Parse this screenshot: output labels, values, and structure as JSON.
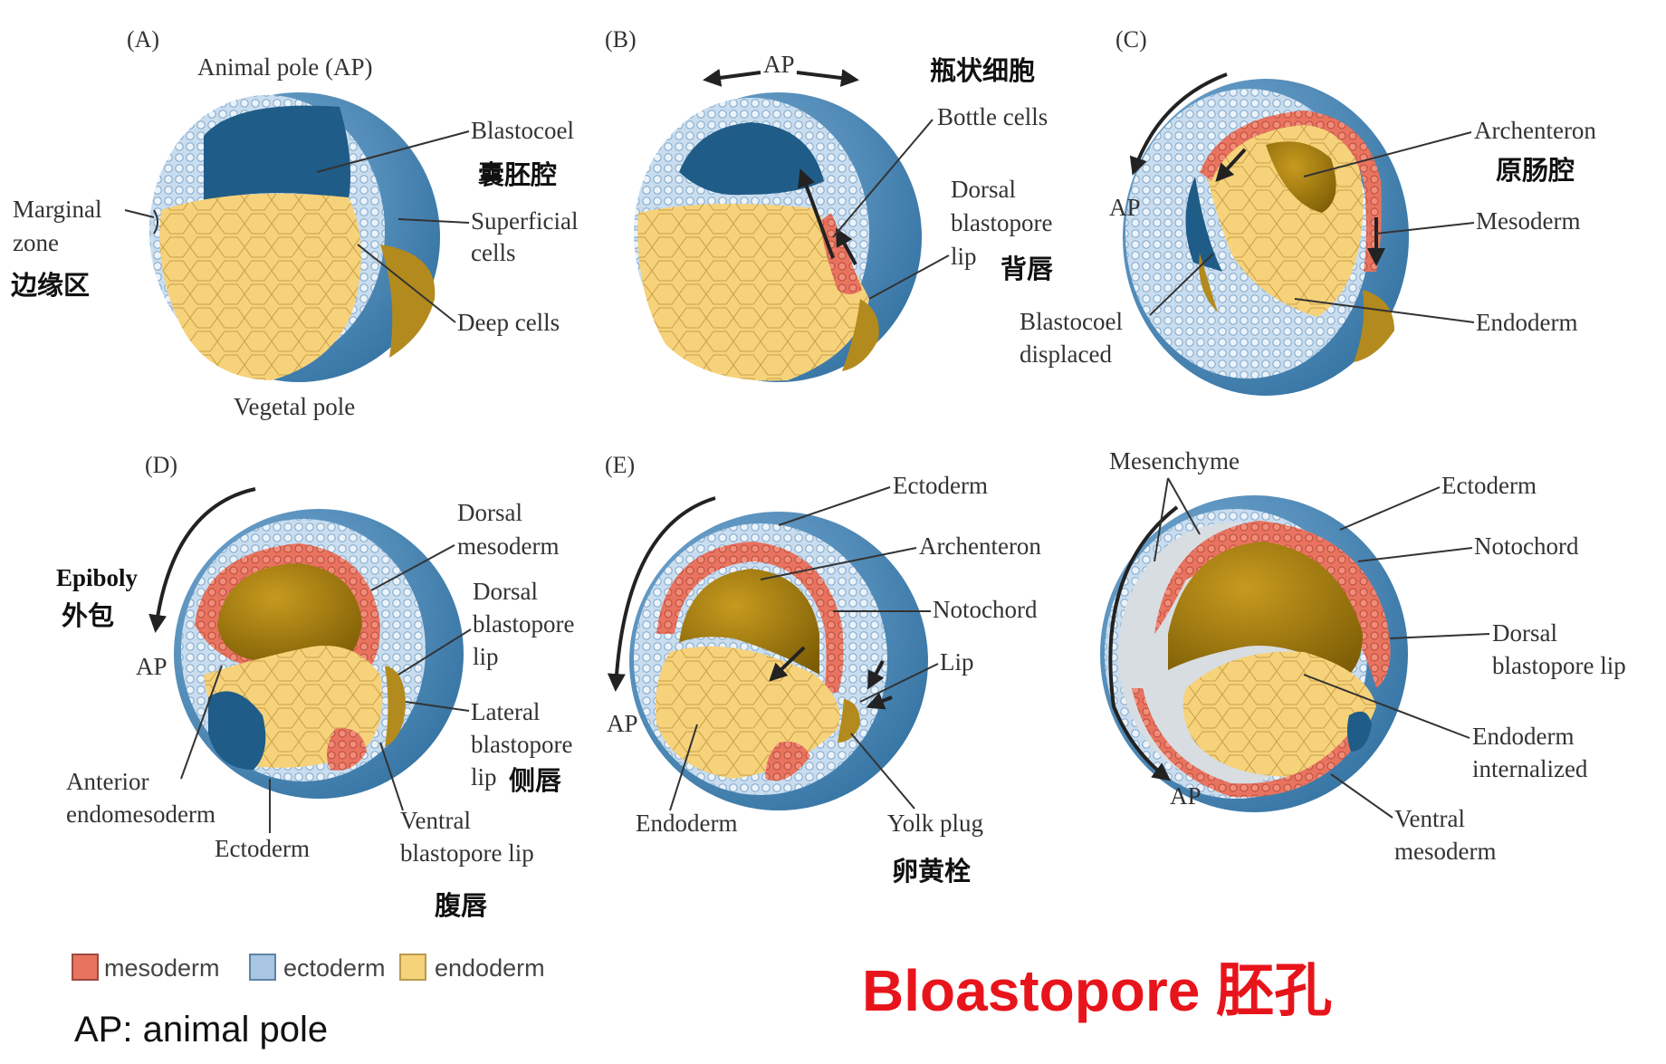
{
  "colors": {
    "mesoderm": "#e8735f",
    "ectoderm": "#a8c6e4",
    "endoderm": "#f6d27a",
    "shell": "#4b86b4",
    "cavity": "#1f5c87",
    "archenteron": "#a47d10",
    "title": "#e8141b"
  },
  "panels": {
    "A": {
      "tag": "(A)",
      "animal_pole": "Animal pole (AP)",
      "blastocoel": "Blastocoel",
      "blastocoel_cn": "囊胚腔",
      "marginal_zone_1": "Marginal",
      "marginal_zone_2": "zone",
      "marginal_zone_cn": "边缘区",
      "superficial_1": "Superficial",
      "superficial_2": "cells",
      "deep_cells": "Deep cells",
      "vegetal_pole": "Vegetal pole"
    },
    "B": {
      "tag": "(B)",
      "ap": "AP",
      "bottle_cn": "瓶状细胞",
      "bottle": "Bottle cells",
      "dorsal_1": "Dorsal",
      "dorsal_2": "blastopore",
      "dorsal_3": "lip",
      "dorsal_cn": "背唇"
    },
    "C": {
      "tag": "(C)",
      "ap": "AP",
      "archenteron": "Archenteron",
      "archenteron_cn": "原肠腔",
      "mesoderm": "Mesoderm",
      "blastocoel_1": "Blastocoel",
      "blastocoel_2": "displaced",
      "endoderm": "Endoderm"
    },
    "D": {
      "tag": "(D)",
      "dorsal_meso_1": "Dorsal",
      "dorsal_meso_2": "mesoderm",
      "epiboly": "Epiboly",
      "epiboly_cn": "外包",
      "ap": "AP",
      "dorsal_lip_1": "Dorsal",
      "dorsal_lip_2": "blastopore",
      "dorsal_lip_3": "lip",
      "lateral_1": "Lateral",
      "lateral_2": "blastopore",
      "lateral_3": "lip",
      "lateral_cn": "侧唇",
      "anterior_1": "Anterior",
      "anterior_2": "endomesoderm",
      "ectoderm": "Ectoderm",
      "ventral_1": "Ventral",
      "ventral_2": "blastopore lip",
      "ventral_cn": "腹唇"
    },
    "E": {
      "tag": "(E)",
      "ectoderm": "Ectoderm",
      "archenteron": "Archenteron",
      "notochord": "Notochord",
      "lip": "Lip",
      "ap": "AP",
      "endoderm": "Endoderm",
      "yolk_plug": "Yolk plug",
      "yolk_plug_cn": "卵黄栓"
    },
    "F": {
      "mesenchyme": "Mesenchyme",
      "ectoderm": "Ectoderm",
      "notochord": "Notochord",
      "dorsal_1": "Dorsal",
      "dorsal_2": "blastopore lip",
      "endo_1": "Endoderm",
      "endo_2": "internalized",
      "ventral_1": "Ventral",
      "ventral_2": "mesoderm",
      "ap": "AP"
    }
  },
  "legend": {
    "mesoderm": "mesoderm",
    "ectoderm": "ectoderm",
    "endoderm": "endoderm"
  },
  "note": "AP: animal pole",
  "title": "Bloastopore 胚孔"
}
